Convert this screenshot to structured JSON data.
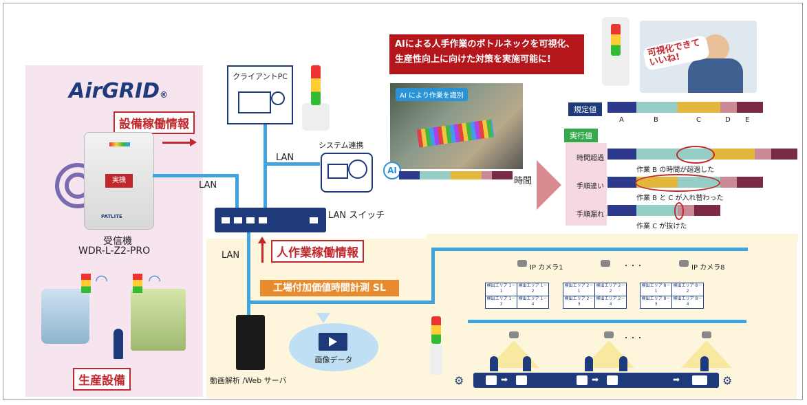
{
  "brand": {
    "logo_text": "AirGRID",
    "logo_mark": "®"
  },
  "left_panel": {
    "equipment_info_label": "設備稼働情報",
    "receiver_badge": "実機",
    "receiver_brand": "PATLITE",
    "receiver_name": "受信機",
    "receiver_model": "WDR-L-Z2-PRO",
    "production_label": "生産設備"
  },
  "network": {
    "lan1": "LAN",
    "lan2": "LAN",
    "lan3": "LAN",
    "switch_label": "LAN スイッチ",
    "human_work_label": "人作業稼働情報",
    "client_pc_label": "クライアントPC",
    "system_link_label": "システム連携"
  },
  "ai_section": {
    "banner_line1": "AIによる人手作業のボトルネックを可視化、",
    "banner_line2": "生産性向上に向けた対策を実施可能に!",
    "video_tag": "AI により作業を識別",
    "ai_badge": "AI",
    "time_label": "時間",
    "speech": "可視化できて いいね!"
  },
  "timeline": {
    "standard_label": "規定値",
    "actual_label": "実行値",
    "segment_labels": [
      "A",
      "B",
      "C",
      "D",
      "E"
    ],
    "rows": [
      {
        "label": "時間超過",
        "note": "作業 B の時間が超過した"
      },
      {
        "label": "手順違い",
        "note": "作業 B と C が入れ替わった"
      },
      {
        "label": "手順漏れ",
        "note": "作業 C が抜けた"
      }
    ],
    "colors": {
      "A": "#2d3a8c",
      "B": "#96cdc4",
      "C": "#e3b73c",
      "D": "#c98a95",
      "E": "#7a2a44"
    }
  },
  "bottom": {
    "factory_tag": "工場付加価値時間計測 SL",
    "image_data_label": "画像データ",
    "server_label": "動画解析 /Web サーバ",
    "camera1": "IP カメラ1",
    "camera8": "IP カメラ8",
    "ellipsis": "・・・",
    "areas": [
      [
        "検出エリア 1－1",
        "検出エリア 1－2",
        "検出エリア 1－3",
        "検出エリア 1－4"
      ],
      [
        "検出エリア 2－1",
        "検出エリア 2－2",
        "検出エリア 2－3",
        "検出エリア 2－4"
      ],
      [
        "検出エリア 8－1",
        "検出エリア 8－2",
        "検出エリア 8－3",
        "検出エリア 8－4"
      ]
    ]
  }
}
